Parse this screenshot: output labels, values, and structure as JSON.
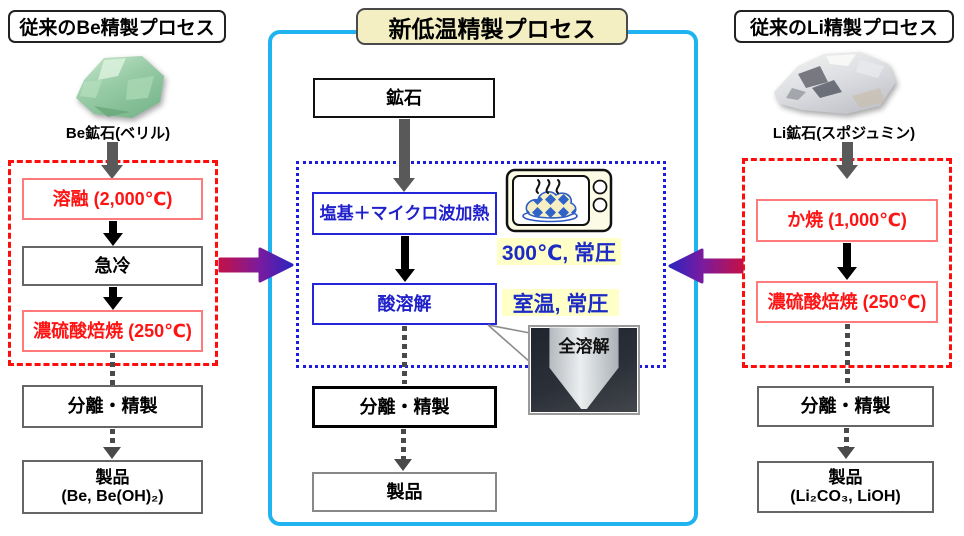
{
  "left": {
    "title": "従来のBe精製プロセス",
    "ore_caption": "Be鉱石(ベリル)",
    "step_melt": "溶融 (2,000℃)",
    "step_quench": "急冷",
    "step_roast": "濃硫酸焙焼 (250℃)",
    "separation": "分離・精製",
    "product": "製品",
    "product_detail": "(Be, Be(OH)₂)"
  },
  "center": {
    "title": "新低温精製プロセス",
    "ore": "鉱石",
    "step_microwave": "塩基＋マイクロ波加熱",
    "condition1": "300℃, 常圧",
    "step_acid": "酸溶解",
    "condition2": "室温, 常圧",
    "photo_label": "全溶解",
    "separation": "分離・精製",
    "product": "製品"
  },
  "right": {
    "title": "従来のLi精製プロセス",
    "ore_caption": "Li鉱石(スポジュミン)",
    "step_calcine": "か焼 (1,000℃)",
    "step_roast": "濃硫酸焙焼 (250℃)",
    "separation": "分離・精製",
    "product": "製品",
    "product_detail": "(Li₂CO₃, LiOH)"
  },
  "colors": {
    "frame_cyan": "#1fb4f0",
    "step_red": "#ff1414",
    "step_blue": "#2121cc",
    "dashed_red": "#ff0d0d",
    "dotted_blue": "#1c1ce0",
    "connector_magenta": "#d013c8",
    "gradient_arrow_start": "#c11148",
    "gradient_arrow_end": "#2d24c0",
    "condition_highlight": "#ffffc8",
    "title_bg": "#f3efc2"
  }
}
